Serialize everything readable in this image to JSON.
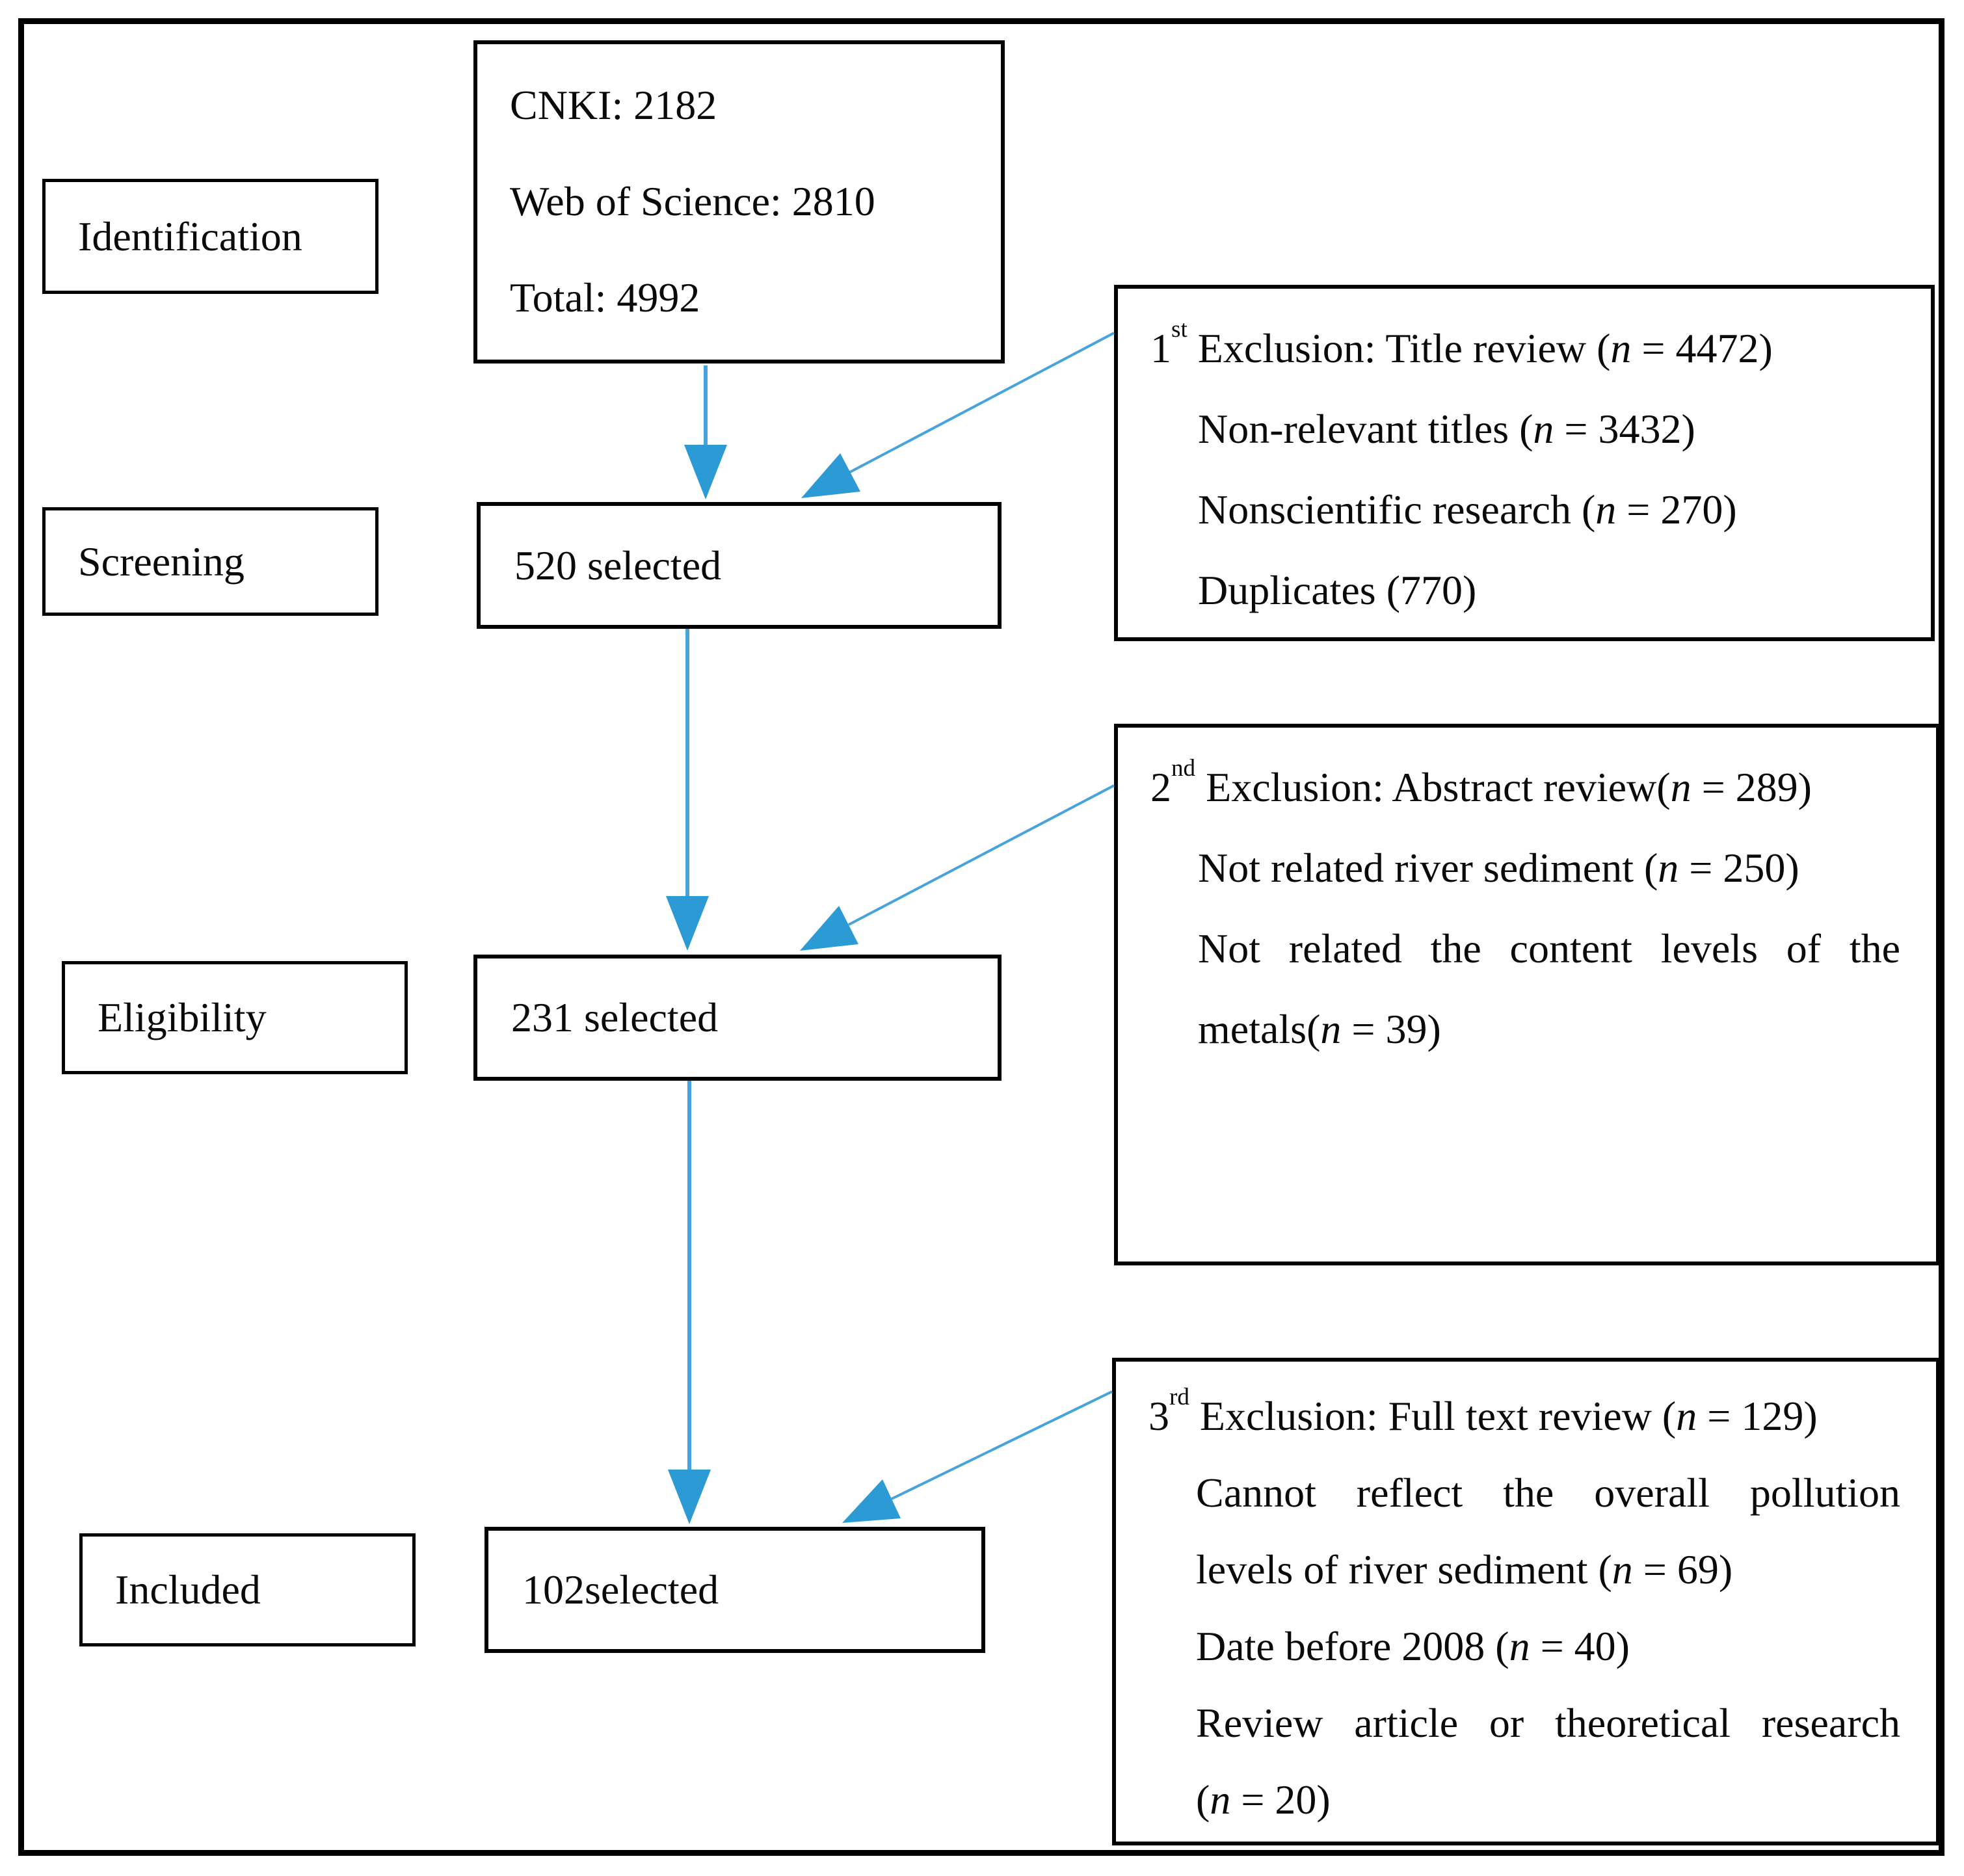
{
  "figure": {
    "stages": [
      {
        "label": "Identification"
      },
      {
        "label": "Screening"
      },
      {
        "label": "Eligibility"
      },
      {
        "label": "Included"
      }
    ],
    "source_box": {
      "lines": [
        "CNKI: 2182",
        "Web of Science: 2810",
        "Total: 4992"
      ]
    },
    "selection_boxes": [
      {
        "label": "520 selected"
      },
      {
        "label": "231 selected"
      },
      {
        "label": "102selected"
      }
    ],
    "exclusion_boxes": [
      {
        "title_html": "1<sup>st</sup> Exclusion: Title review (<i>n</i> = 4472)",
        "items": [
          {
            "html": "Non-relevant titles (<i>n</i> = 3432)",
            "justify": false
          },
          {
            "html": "Nonscientific research (<i>n</i> = 270)",
            "justify": false
          },
          {
            "html": "Duplicates (770)",
            "justify": false
          }
        ]
      },
      {
        "title_html": "2<sup>nd</sup> Exclusion: Abstract review(<i>n</i> = 289)",
        "items": [
          {
            "html": "Not related river sediment (<i>n</i> = 250)",
            "justify": false
          },
          {
            "html": "Not related the content levels of the",
            "justify": true
          },
          {
            "html": "metals(<i>n</i> = 39)",
            "justify": false
          }
        ]
      },
      {
        "title_html": "3<sup>rd</sup> Exclusion: Full text review (<i>n</i> = 129)",
        "items": [
          {
            "html": "Cannot reflect the overall pollution",
            "justify": true
          },
          {
            "html": "levels of river sediment (<i>n</i> = 69)",
            "justify": false
          },
          {
            "html": "Date before 2008 (<i>n</i> = 40)",
            "justify": false
          },
          {
            "html": "Review article or theoretical research",
            "justify": true
          },
          {
            "html": "(<i>n</i> = 20)",
            "justify": false
          }
        ]
      }
    ],
    "colors": {
      "arrow_line": "#47a3db",
      "arrow_head": "#2b9ad5",
      "box_border": "#000000",
      "background": "#ffffff"
    }
  }
}
